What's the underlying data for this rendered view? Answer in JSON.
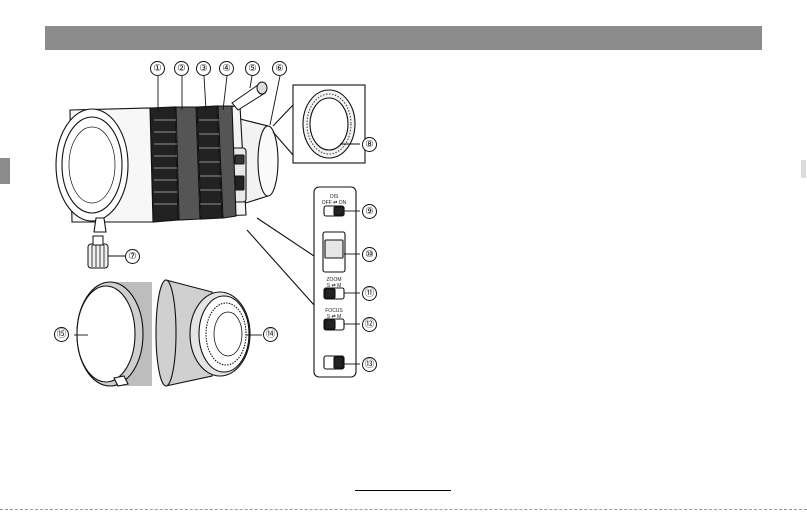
{
  "page": {
    "header_bar_color": "#8c8c8c",
    "side_tab_color": "#8c8c8c"
  },
  "callouts": [
    {
      "label": "①"
    },
    {
      "label": "②"
    },
    {
      "label": "③"
    },
    {
      "label": "④"
    },
    {
      "label": "⑤"
    },
    {
      "label": "⑥"
    },
    {
      "label": "⑦"
    },
    {
      "label": "⑧"
    },
    {
      "label": "⑨"
    },
    {
      "label": "⑩"
    },
    {
      "label": "⑪"
    },
    {
      "label": "⑫"
    },
    {
      "label": "⑬"
    },
    {
      "label": "⑭"
    },
    {
      "label": "⑮"
    }
  ],
  "switch_panel": {
    "ois_label": "OIS",
    "ois_states": "OFF ⇄ ON",
    "zoom_label": "ZOOM",
    "zoom_states": "S ⇄ M",
    "focus_label": "FOCUS",
    "focus_states": "S ⇄ M"
  },
  "icons": {
    "lens": "camera-lens-illustration",
    "hood": "lens-hood-illustration",
    "pin": "zoom-lever-pin-illustration",
    "screw": "tripod-screw-illustration",
    "front_cap": "front-lens-cap-illustration",
    "rear_cap": "rear-lens-cap-illustration"
  }
}
